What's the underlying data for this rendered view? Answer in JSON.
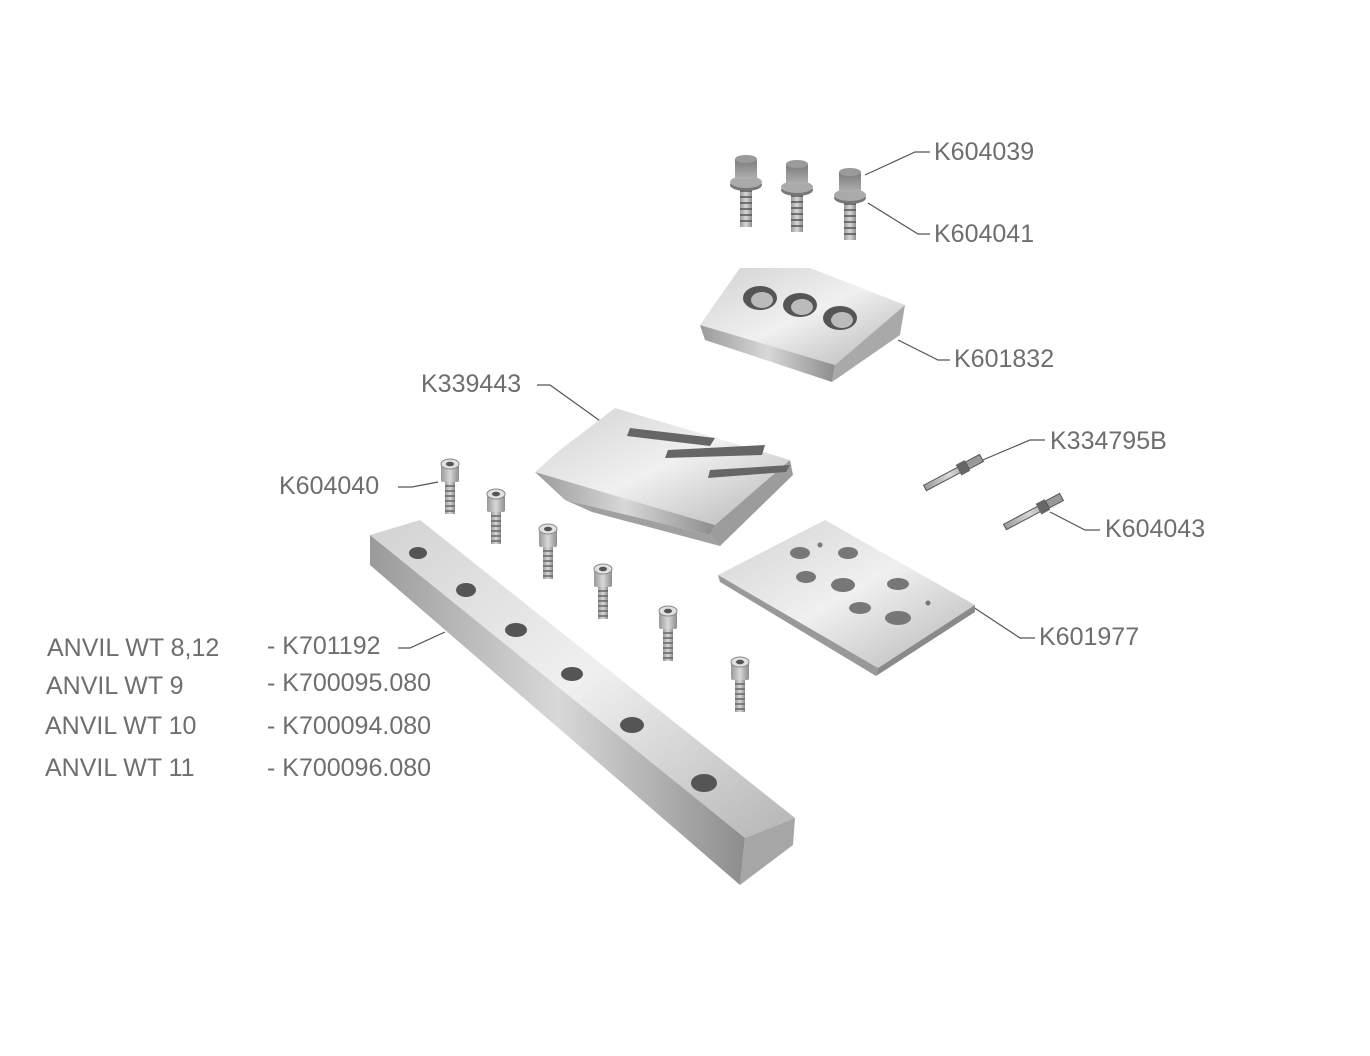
{
  "labels": {
    "bolt": "K604039",
    "washer": "K604041",
    "block": "K601832",
    "blade": "K339443",
    "pin_a": "K334795B",
    "socket_screw": "K604040",
    "pin_b": "K604043",
    "plate": "K601977"
  },
  "anvil_table": [
    {
      "name": "ANVIL WT 8,12",
      "part": "- K701192"
    },
    {
      "name": "ANVIL WT 9",
      "part": "- K700095.080"
    },
    {
      "name": "ANVIL WT 10",
      "part": "- K700094.080"
    },
    {
      "name": "ANVIL WT 11",
      "part": "- K700096.080"
    }
  ],
  "colors": {
    "label": "#6e6e6e",
    "leader": "#555555",
    "metal_light": "#e6e6e6",
    "metal_dark": "#8a8a8a"
  }
}
